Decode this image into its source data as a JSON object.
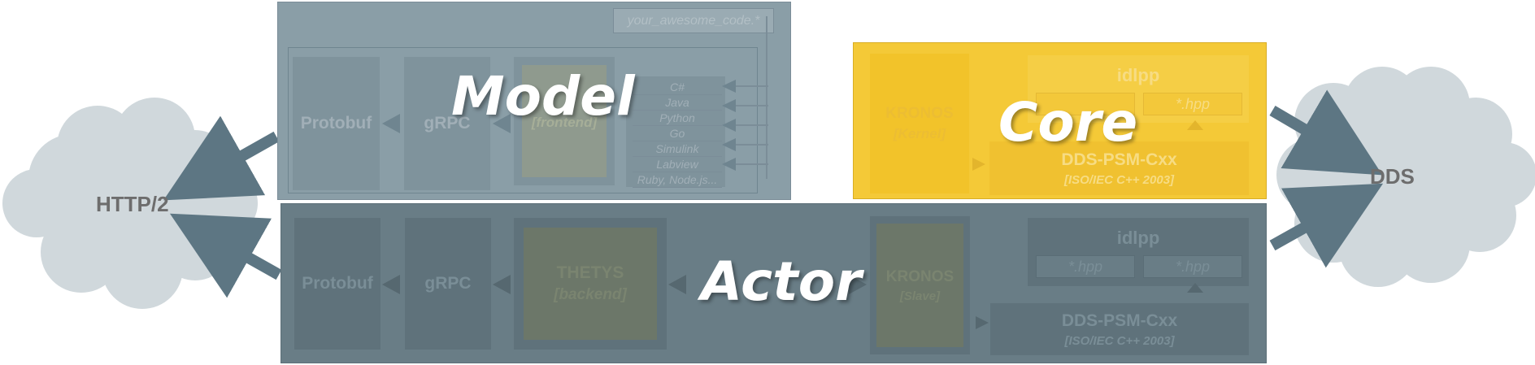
{
  "clouds": {
    "left_label": "HTTP/2",
    "right_label": "DDS"
  },
  "model": {
    "title": "Model",
    "file_tab": "your_awesome_code.*",
    "protobuf": "Protobuf",
    "grpc": "gRPC",
    "thetys_name": "",
    "thetys_sub": "[frontend]",
    "languages": [
      "C#",
      "Java",
      "Python",
      "Go",
      "Simulink",
      "Labview",
      "Ruby, Node.js..."
    ]
  },
  "core": {
    "title": "Core",
    "kronos_name": "KRONOS",
    "kronos_sub": "[Kernel]",
    "idlpp": "idlpp",
    "file_a": "",
    "file_b": "*.hpp",
    "dds_name": "DDS-PSM-Cxx",
    "dds_sub": "[ISO/IEC C++ 2003]"
  },
  "actor": {
    "title": "Actor",
    "protobuf": "Protobuf",
    "grpc": "gRPC",
    "thetys_name": "THETYS",
    "thetys_sub": "[backend]",
    "kronos_name": "KRONOS",
    "kronos_sub": "[Slave]",
    "idlpp": "idlpp",
    "file_a": "*.hpp",
    "file_b": "*.hpp",
    "dds_name": "DDS-PSM-Cxx",
    "dds_sub": "[ISO/IEC C++ 2003]"
  },
  "colors": {
    "cloud": "#d0d8dc",
    "model_panel": "#8a9ea7",
    "actor_panel": "#697d86",
    "core_panel": "#f4c937",
    "arrow": "#5d7683"
  }
}
